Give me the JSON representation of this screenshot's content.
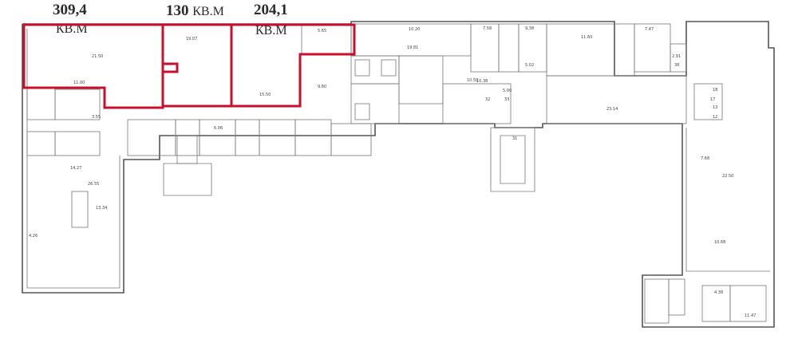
{
  "highlights": {
    "left": {
      "value": "309,4",
      "unit": "КВ.М"
    },
    "middle": {
      "value": "130",
      "unit": "КВ.М"
    },
    "right": {
      "value": "204,1",
      "unit": "КВ.М"
    }
  },
  "room_labels": [
    "21.50",
    "19.07",
    "15.50",
    "5.65",
    "10.20",
    "11.60",
    "5.02",
    "10.50",
    "7.58",
    "9.38",
    "5.00",
    "7.47",
    "18",
    "17",
    "13",
    "12",
    "2.91",
    "38",
    "31",
    "32",
    "33",
    "23.14",
    "10.38",
    "9.80",
    "6.06",
    "14.27",
    "26.55",
    "3.55",
    "13.34",
    "7.68",
    "10.68",
    "4.26",
    "22.50",
    "19.81",
    "11.00",
    "4.38",
    "11.47"
  ],
  "colors": {
    "highlight": "#c8102e",
    "wall": "#555555"
  }
}
